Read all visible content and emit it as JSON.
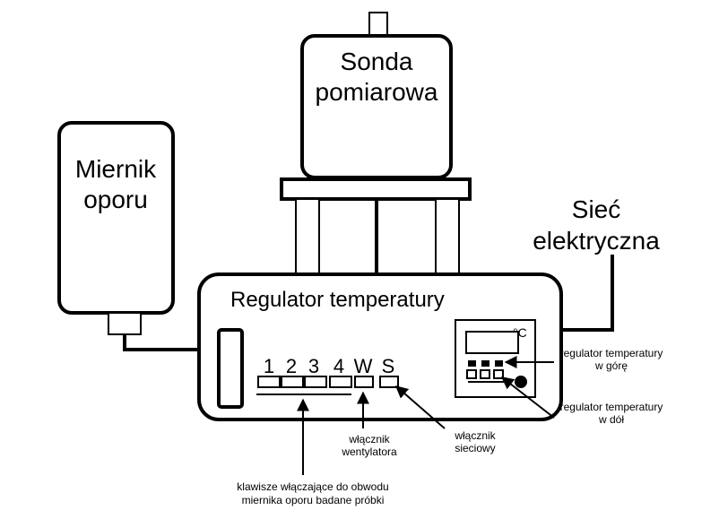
{
  "probe": {
    "line1": "Sonda",
    "line2": "pomiarowa"
  },
  "meter": {
    "line1": "Miernik",
    "line2": "oporu"
  },
  "mains": {
    "line1": "Sieć",
    "line2": "elektryczna"
  },
  "regulator": {
    "title": "Regulator temperatury"
  },
  "keys": [
    "1",
    "2",
    "3",
    "4",
    "W",
    "S"
  ],
  "display": {
    "unit": "°C"
  },
  "annotations": {
    "temp_up_1": "regulator temperatury",
    "temp_up_2": "w górę",
    "temp_down_1": "regulator temperatury",
    "temp_down_2": "w dół",
    "fan_1": "włącznik",
    "fan_2": "wentylatora",
    "power_1": "włącznik",
    "power_2": "sieciowy",
    "keys_1": "klawisze włączające do obwodu",
    "keys_2": "miernika oporu badane próbki"
  }
}
